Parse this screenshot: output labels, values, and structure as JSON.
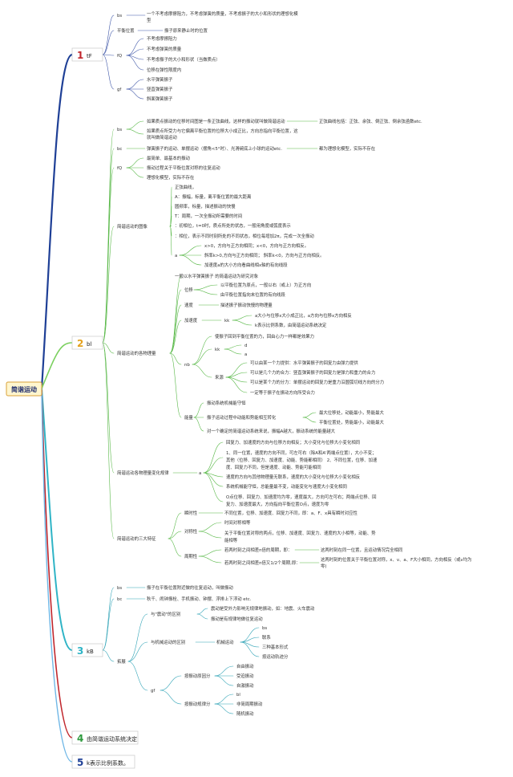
{
  "root": "简谐运动",
  "colors": {
    "b1": "#1e3f96",
    "b2": "#7bd05f",
    "b3": "#2fb4c6",
    "b4": "#c0262c",
    "b5": "#6fb7e6",
    "n1": "#c0262c",
    "n2": "#e4a11e",
    "n3": "#2fb4c6",
    "n4": "#2e9a3e",
    "n5": "#1e3f96"
  },
  "branches": [
    {
      "num": "1",
      "label": "tF"
    },
    {
      "num": "2",
      "label": "bl"
    },
    {
      "num": "3",
      "label": "kB"
    },
    {
      "num": "4",
      "label": "由简谐运动系统决定"
    },
    {
      "num": "5",
      "label": "k表示比例系数。"
    }
  ],
  "b1": {
    "bs": "bs",
    "bs_d1": "一个不考虑摩擦阻力，不考虑弹簧的质量，不考虑振子的大小和形状的理想化模",
    "bs_d2": "型",
    "pos": "平衡位置",
    "pos_d": "振子原来静止时的位置",
    "fq": "fQ",
    "fq_items": [
      "不考虑摩擦阻力",
      "不考虑弹簧的质量",
      "不考虑振子的大小和形状（当做质点）",
      "位移在弹性限度内"
    ],
    "gf": "gf",
    "gf_items": [
      "水平弹簧振子",
      "竖直弹簧振子",
      "斜面弹簧振子"
    ]
  },
  "b2": {
    "bs": "bs",
    "bs_d1": "如果质点振动的位移时间图是一条正弦曲线，这样的振动就叫做简谐运动",
    "bs_d2": "正弦曲线包括：正弦、余弦、倒正弦、倒余弦函数etc.",
    "bs_d3": "如果质点所受力与它偏离平衡位置的位移大小成正比，方向总指向平衡位置，这",
    "bs_d4": "就叫做简谐运动",
    "bc": "bc",
    "bc_d1": "弹簧振子的运动、单摆运动（摆角<5°时）、光滑碗底上小球的运动etc.",
    "bc_d2": "都为理想化模型，实际不存在",
    "fq": "fQ",
    "fq_items": [
      "最简单、最基本的振动",
      "振动过程关于平衡位置对称的往复运动",
      "理想化模型，实际不存在"
    ],
    "img": "简谐运动的图像",
    "img_items": [
      "正弦曲线，",
      "A：振幅，标量，离平衡位置的最大距离",
      "圆频率，标量，描述振动的快慢",
      "T：周期，一次全振动所需要的时间",
      "：初相位，t=0时，质点所处的状态，一般用角度或弧度表示",
      "：相位，表示不同时刻所处的不同状态，相位每增加2π，完成一次全振动"
    ],
    "img_a": "a",
    "img_a_items": [
      "x>0，方向与正方向相同；x<0，方向与正方向相反。",
      "斜率k>0,方向与正方向相同；  斜率k<0，方向与正方向相反。",
      "加速度a的大小方向看曲线相x轴的有向线段"
    ],
    "phys": "简谐运动的各物理量",
    "phys_top": "一般以水平弹簧振子 的简谐运动为研究对象",
    "disp": "位移",
    "disp_items": [
      "以平衡位置为原点，一般以右（或上）为正方向",
      "由平衡位置指向末位置的有向线段"
    ],
    "speed": "速度",
    "speed_d": "描述振子振动快慢的物理量",
    "acc": "加速度",
    "acc_kk": "kk",
    "acc_items": [
      "a大小与位移x大小成正比，a方向与位移x方向相反",
      "k表示比例系数，由简谐运动系统决定"
    ],
    "nb": "nb",
    "nb_d": "使振子回到平衡位置的力，回由心力一样都是效果力",
    "nb_kk": "kk",
    "nb_kk_items": [
      "d",
      "a"
    ],
    "nb_src": "来源",
    "nb_src_items": [
      "可以由某一个力提供：水平弹簧振子的回复力由弹力提供",
      "可以是几个力的合力：竖直弹簧振子的回复力是弹力和重力的合力",
      "可以是某个力的分力：单摆运动的回复力是重力沿圆弧切线方向的分力",
      "一定等于振子在振动方向所受合力"
    ],
    "energy": "能量",
    "energy_items": [
      "振动系统机械能守恒",
      "振子运动过程中动能和势能相互转化",
      "对一个确定的简谐运动系统来说，振幅A越大，振动系统的能量越大"
    ],
    "energy_sub": [
      "最大位移处，动能最小，势能最大",
      "平衡位置处，势能最小，动能最大"
    ],
    "law": "简谐运动各物理量变化规律",
    "law_a": "a",
    "law_items": [
      "回复力、加速度的方向与位移方向相反；大小变化与位移大小变化相同",
      "1、同一位置，速度的方向不同，可左可右（除A和A'两端点位置），大小不变；",
      "其他（位移、回复力、加速度、动能、势能都相同）   2、不同位置，位移、加速",
      "度、回复力不同，但是速度、动能、势能可能相同",
      "速度的方向与其他物理量无联系，速度的大小变化与位移大小变化相反",
      "系统机械能守恒，总能量最不变，动能变化与速度大小变化相同",
      "O点位移、回复力、加速度均为零，速度最大，方向可左可右；两端点位移、回",
      "复力、加速度最大，方向指向平衡位置O点，速度为零"
    ],
    "three": "简谐运动的三大特征",
    "period": "瞬时性",
    "period_d": "不同位置，位移、加速度、回复力不同，即：a、F、x具有瞬时对应性",
    "sym": "对称性",
    "sym_items": [
      "时间对称相等",
      "关于平衡位置对称的两点，位移、加速度、回复力、速度的大小相等，动能、势",
      "能相等"
    ],
    "cyc": "周期性",
    "cyc_a1": "若两时刻之间相差n倍的周期，即：",
    "cyc_a2": "这两时刻在同一位置，且运动情况完全相同",
    "cyc_b1": "若两时刻之间相差n倍又1/2个周期,即：",
    "cyc_b2": "这两时刻的位置关于平衡位置对称，x、v、a、F大小相同，方向相反（或v均为",
    "cyc_b3": "零)"
  },
  "b3": {
    "bs": "bs",
    "bs_d": "振子在平衡位置附近做的往复运动，叫做振动",
    "bc": "bc",
    "bc_d": "秋千、闹钟振栓、手机振动、钟摆、浮排上下浮动 etc.",
    "ext": "拓展",
    "diff": "与\"震动\"的区别",
    "diff_items": [
      "震动是受外力影响无规律地振动，如：地震、火车震动",
      "振动是有规律地做往复运动"
    ],
    "mech": "与机械运动的区别",
    "mech_sub": "机械运动",
    "mech_items": [
      "bs",
      "联系",
      "三种基本形式",
      "按运动轨迹分"
    ],
    "gf": "gf",
    "src": "按振动原因分",
    "src_items": [
      "自由振动",
      "受迫振动",
      "自激振动"
    ],
    "law": "按振动规律分",
    "law_items": [
      "bl",
      "非简周期振动",
      "随机振动"
    ]
  }
}
